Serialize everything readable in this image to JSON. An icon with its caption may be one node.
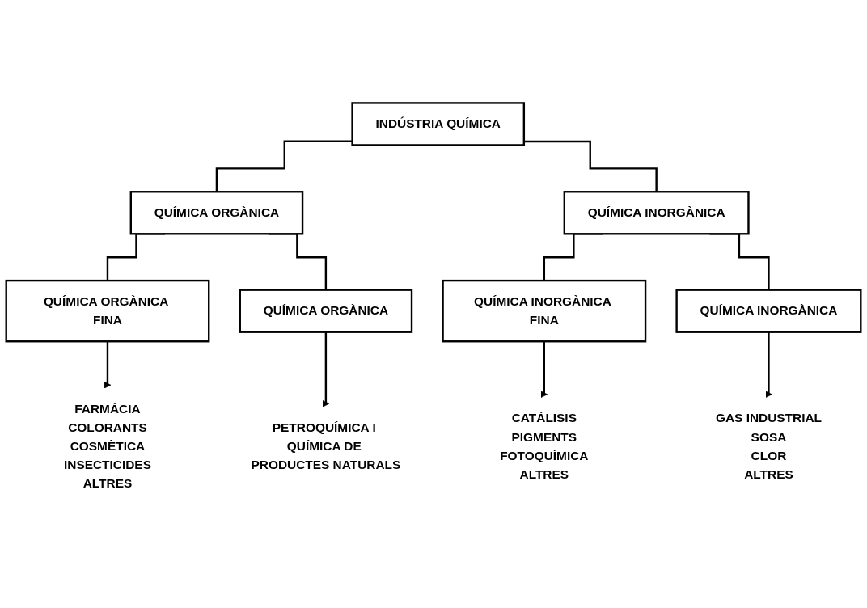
{
  "diagram": {
    "nodes": [
      {
        "text": [
          "INDÚSTRIA QUÍMICA"
        ]
      },
      {
        "text": [
          "QUÍMICA ORGÀNICA"
        ]
      },
      {
        "text": [
          "QUÍMICA INORGÀNICA"
        ]
      },
      {
        "text": [
          "QUÍMICA ORGÀNICA FINA"
        ]
      },
      {
        "text": [
          "QUÍMICA ORGÀNICA"
        ]
      },
      {
        "text": [
          "QUÍMICA INORGÀNICA FINA"
        ]
      },
      {
        "text": [
          "QUÍMICA INORGÀNICA"
        ]
      },
      {
        "text": [
          "FARMÀCIA",
          "COLORANTS",
          "COSMÈTICA",
          "INSECTICIDES",
          "ALTRES"
        ]
      },
      {
        "text": [
          "PETROQUÍMICA I QUÍMICA DE PRODUCTES NATURALS"
        ]
      },
      {
        "text": [
          "CATÀLISIS",
          "PIGMENTS",
          "FOTOQUÍMICA",
          "ALTRES"
        ]
      },
      {
        "text": [
          "GAS INDUSTRIAL",
          "SOSA",
          "CLOR",
          "ALTRES"
        ]
      }
    ],
    "edges": [
      {
        "from": 0,
        "to": 1,
        "arrow": "none"
      },
      {
        "from": 0,
        "to": 2,
        "arrow": "none"
      },
      {
        "from": 1,
        "to": 3,
        "arrow": "none"
      },
      {
        "from": 1,
        "to": 4,
        "arrow": "none"
      },
      {
        "from": 2,
        "to": 5,
        "arrow": "none"
      },
      {
        "from": 2,
        "to": 6,
        "arrow": "none"
      },
      {
        "from": 3,
        "to": 7,
        "arrow": "to"
      },
      {
        "from": 4,
        "to": 8,
        "arrow": "to"
      },
      {
        "from": 5,
        "to": 9,
        "arrow": "to"
      },
      {
        "from": 6,
        "to": 10,
        "arrow": "to"
      }
    ]
  }
}
